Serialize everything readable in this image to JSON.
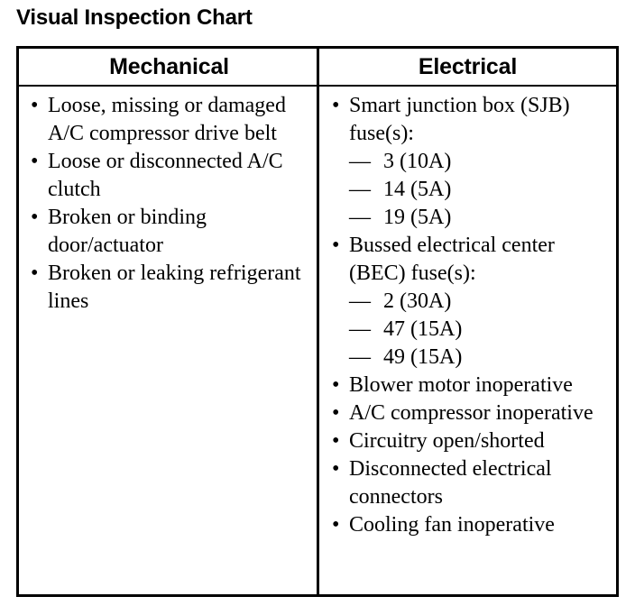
{
  "title": "Visual Inspection Chart",
  "table": {
    "columns": [
      {
        "id": "mechanical",
        "header": "Mechanical",
        "items": [
          {
            "text": "Loose, missing or damaged A/C compressor drive belt",
            "bullet": "•",
            "subitems": []
          },
          {
            "text": "Loose or disconnected A/C clutch",
            "bullet": "•",
            "subitems": []
          },
          {
            "text": "Broken or binding door/actuator",
            "bullet": "•",
            "subitems": []
          },
          {
            "text": "Broken or leaking refrigerant lines",
            "bullet": "•",
            "subitems": []
          }
        ]
      },
      {
        "id": "electrical",
        "header": "Electrical",
        "items": [
          {
            "text": "Smart junction box (SJB) fuse(s):",
            "bullet": "•",
            "subitems": [
              {
                "dash": "—",
                "text": "3 (10A)"
              },
              {
                "dash": "—",
                "text": "14 (5A)"
              },
              {
                "dash": "—",
                "text": "19 (5A)"
              }
            ]
          },
          {
            "text": "Bussed electrical center (BEC) fuse(s):",
            "bullet": "•",
            "subitems": [
              {
                "dash": "—",
                "text": "2 (30A)"
              },
              {
                "dash": "—",
                "text": "47 (15A)"
              },
              {
                "dash": "—",
                "text": "49 (15A)"
              }
            ]
          },
          {
            "text": "Blower motor inoperative",
            "bullet": "•",
            "subitems": []
          },
          {
            "text": "A/C compressor inoperative",
            "bullet": "•",
            "subitems": []
          },
          {
            "text": "Circuitry open/shorted",
            "bullet": "•",
            "subitems": []
          },
          {
            "text": "Disconnected electrical connectors",
            "bullet": "•",
            "subitems": []
          },
          {
            "text": "Cooling fan inoperative",
            "bullet": "•",
            "subitems": []
          }
        ]
      }
    ]
  },
  "colors": {
    "ink": "#000000",
    "paper": "#ffffff"
  }
}
